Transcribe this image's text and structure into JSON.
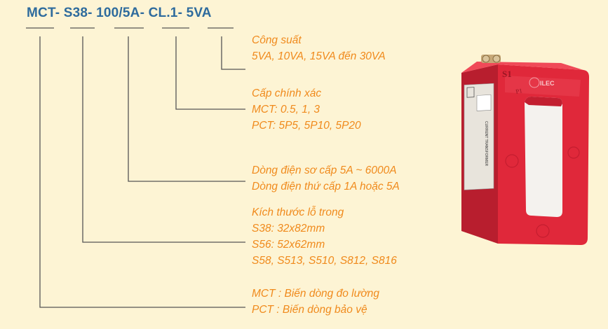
{
  "title": "MCT- S38- 100/5A- CL.1- 5VA",
  "annotations": {
    "power": {
      "line1": "Công suất",
      "line2": "5VA, 10VA, 15VA đến 30VA"
    },
    "accuracy": {
      "line1": "Cấp chính xác",
      "line2": "MCT: 0.5, 1, 3",
      "line3": "PCT: 5P5, 5P10, 5P20"
    },
    "current": {
      "line1": "Dòng điện sơ cấp 5A ~ 6000A",
      "line2": "Dòng điện thứ cấp 1A hoặc 5A"
    },
    "size": {
      "line1": "Kích thước lỗ trong",
      "line2": "S38: 32x82mm",
      "line3": "S56: 52x62mm",
      "line4": "S58, S513, S510, S812, S816"
    },
    "type": {
      "line1": "MCT : Biến dòng đo lường",
      "line2": "PCT : Biến dòng bảo vệ"
    }
  },
  "product": {
    "terminal_s1": "S1",
    "terminal_p1": "P1",
    "brand": "ILEC",
    "label_title": "CURRENT TRANSFORMER"
  },
  "colors": {
    "title": "#2e6b9d",
    "text": "#f08a1c",
    "line": "#555555",
    "background": "#fdf4d4",
    "ct_red": "#e0283a"
  }
}
